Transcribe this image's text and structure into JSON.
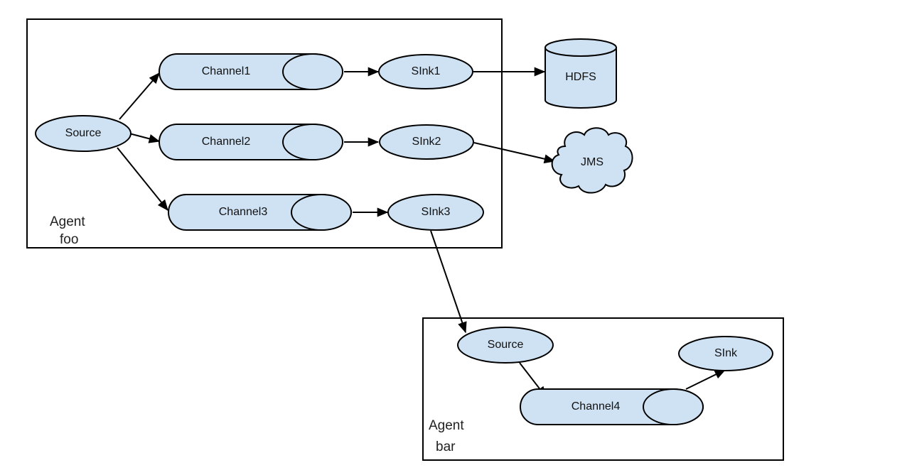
{
  "agents": {
    "foo": {
      "line1": "Agent",
      "line2": "foo"
    },
    "bar": {
      "line1": "Agent",
      "line2": "bar"
    }
  },
  "nodes": {
    "source_foo": "Source",
    "channel1": "Channel1",
    "channel2": "Channel2",
    "channel3": "Channel3",
    "sink1": "SInk1",
    "sink2": "SInk2",
    "sink3": "SInk3",
    "hdfs": "HDFS",
    "jms": "JMS",
    "source_bar": "Source",
    "channel4": "Channel4",
    "sink_bar": "SInk"
  },
  "colors": {
    "node_fill": "#cfe2f3",
    "stroke": "#000000"
  }
}
